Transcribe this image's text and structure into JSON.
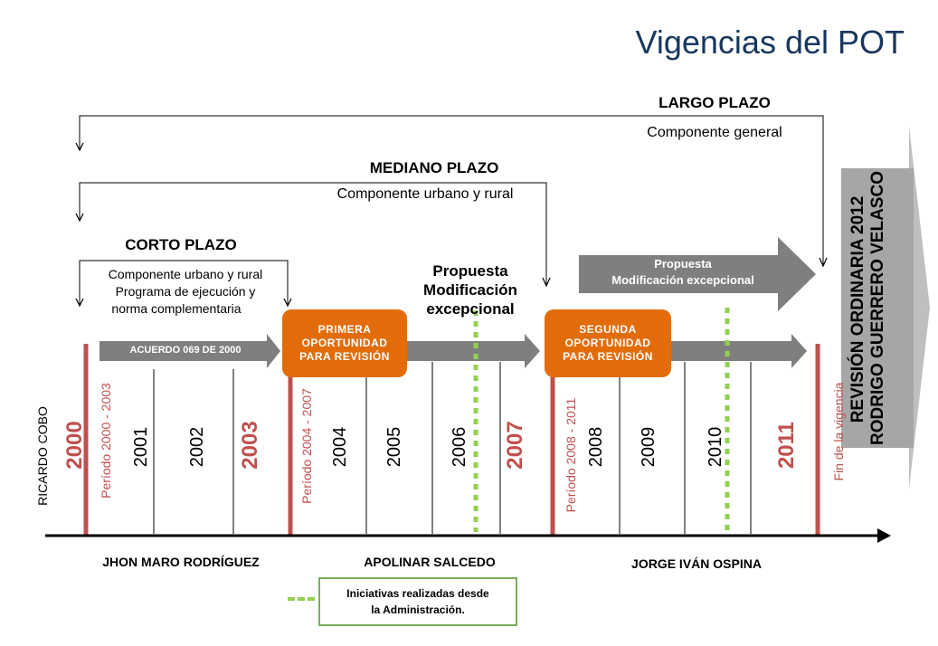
{
  "title": "Vigencias del POT",
  "horizons": {
    "largo": {
      "label": "LARGO PLAZO",
      "sub": "Componente  general"
    },
    "mediano": {
      "label": "MEDIANO PLAZO",
      "sub": "Componente urbano y rural"
    },
    "corto": {
      "label": "CORTO PLAZO",
      "sub_lines": [
        "Componente urbano y rural",
        "Programa de ejecución y",
        "norma complementaria"
      ]
    }
  },
  "propuesta_1": [
    "Propuesta",
    "Modificación",
    "excepcional"
  ],
  "propuesta_2": [
    "Propuesta",
    "Modificación excepcional"
  ],
  "acuerdo": "ACUERDO 069 DE 2000",
  "oportunidades": {
    "primera": [
      "PRIMERA",
      "OPORTUNIDAD",
      "PARA REVISIÓN"
    ],
    "segunda": [
      "SEGUNDA",
      "OPORTUNIDAD",
      "PARA REVISIÓN"
    ]
  },
  "revision": [
    "REVISIÓN  ORDINARIA  2012",
    "RODRIGO GUERRERO VELASCO"
  ],
  "years": {
    "y2000": "2000",
    "y2001": "2001",
    "y2002": "2002",
    "y2003": "2003",
    "y2004": "2004",
    "y2005": "2005",
    "y2006": "2006",
    "y2007": "2007",
    "y2008": "2008",
    "y2009": "2009",
    "y2010": "2010",
    "y2011": "2011"
  },
  "periods": {
    "p1": "Período 2000 - 2003",
    "p2": "Período 2004 - 2007",
    "p3": "Período 2008 - 2011",
    "fin": "Fin  de  la vigencia"
  },
  "mayors": {
    "cobo": "RICARDO  COBO",
    "rodriguez": "JHON MARO RODRÍGUEZ",
    "salcedo": "APOLINAR SALCEDO",
    "ospina": "JORGE IVÁN OSPINA"
  },
  "legend": [
    "Iniciativas realizadas desde",
    "la Administración."
  ],
  "colors": {
    "title": "#17375e",
    "accent_orange": "#e36c0a",
    "red_year": "#c0504d",
    "arrow_gray": "#7f7f7f",
    "legend_green": "#92d050"
  }
}
